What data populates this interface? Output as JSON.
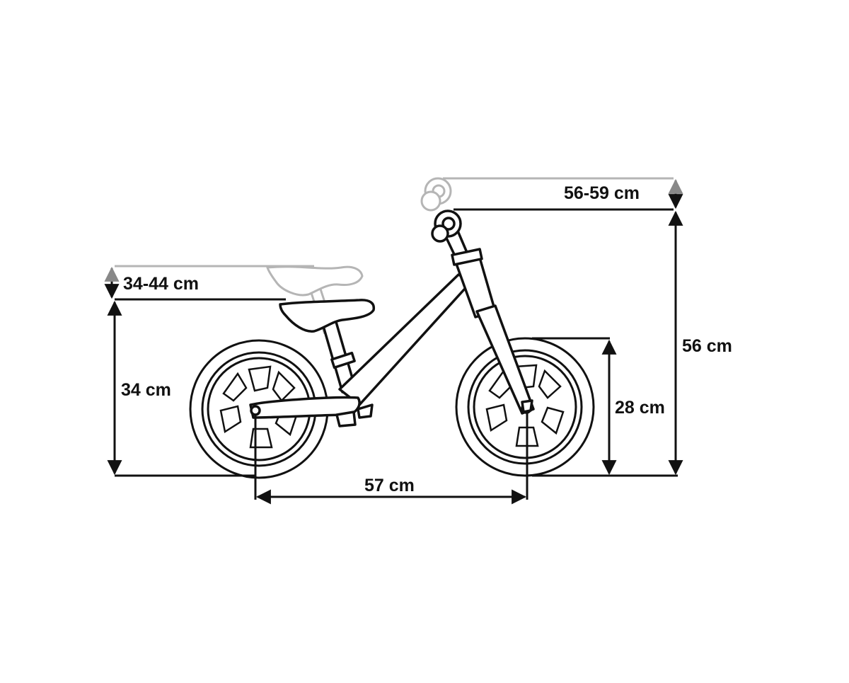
{
  "dimensions": {
    "handlebar_adjust": "56-59 cm",
    "seat_adjust": "34-44 cm",
    "seat_height": "34 cm",
    "handlebar_height": "56 cm",
    "wheel_height": "28 cm",
    "wheelbase": "57 cm"
  },
  "colors": {
    "line": "#111111",
    "ghost": "#b5b5b5",
    "background": "#ffffff"
  }
}
